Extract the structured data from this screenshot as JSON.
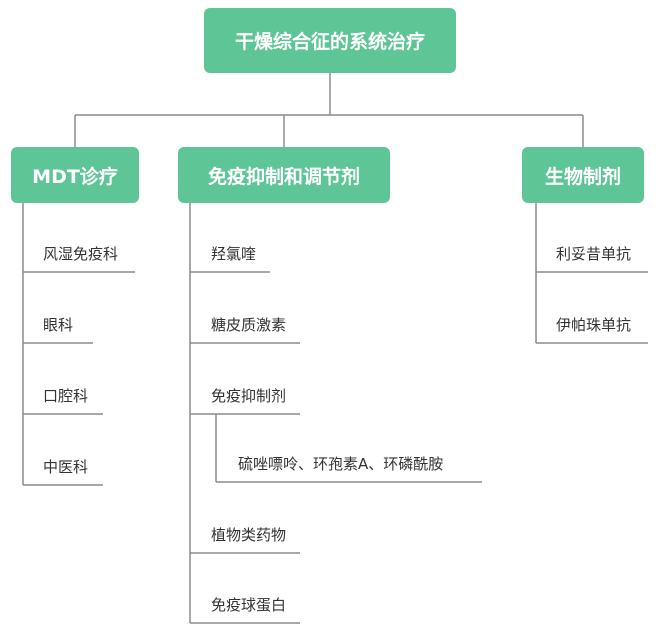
{
  "colors": {
    "node_fill": "#5ec596",
    "node_text": "#ffffff",
    "connector": "#8c8c8c",
    "leaf_text": "#333333",
    "background": "#ffffff"
  },
  "root": {
    "label": "干燥综合征的系统治疗"
  },
  "branches": [
    {
      "label": "MDT诊疗",
      "children": [
        "风湿免疫科",
        "眼科",
        "口腔科",
        "中医科"
      ]
    },
    {
      "label": "免疫抑制和调节剂",
      "children": [
        "羟氯喹",
        "糖皮质激素",
        "免疫抑制剂",
        "植物类药物",
        "免疫球蛋白"
      ],
      "sub": {
        "parent": "免疫抑制剂",
        "label": "硫唑嘌呤、环孢素A、环磷酰胺"
      }
    },
    {
      "label": "生物制剂",
      "children": [
        "利妥昔单抗",
        "伊帕珠单抗"
      ]
    }
  ]
}
